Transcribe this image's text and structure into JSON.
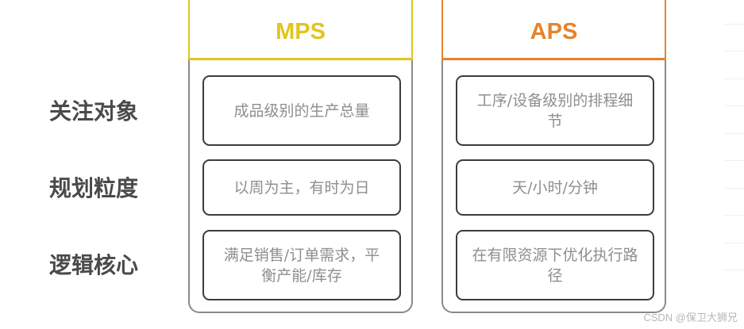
{
  "rows": {
    "r1_label": "关注对象",
    "r2_label": "规划粒度",
    "r3_label": "逻辑核心"
  },
  "columns": {
    "mps": {
      "title": "MPS",
      "color": "#e2c41c",
      "r1": "成品级别的生产总量",
      "r2": "以周为主，有时为日",
      "r3": "满足销售/订单需求，平衡产能/库存"
    },
    "aps": {
      "title": "APS",
      "color": "#e6832a",
      "r1": "工序/设备级别的排程细节",
      "r2": "天/小时/分钟",
      "r3": "在有限资源下优化执行路径"
    }
  },
  "watermark": "CSDN @保卫大狮兄"
}
